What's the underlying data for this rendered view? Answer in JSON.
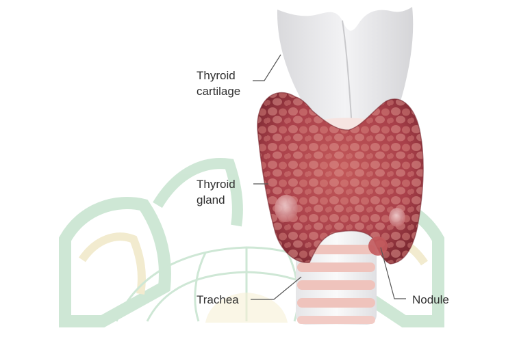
{
  "labels": {
    "thyroid_cartilage": [
      "Thyroid",
      "cartilage"
    ],
    "thyroid_gland": [
      "Thyroid",
      "gland"
    ],
    "trachea": "Trachea",
    "nodule": "Nodule"
  },
  "colors": {
    "gland": "#b3484a",
    "gland_dark": "#8e2f33",
    "cartilage": "#e4e4e6",
    "trachea_ring": "#f0c9c3",
    "watermark_green": "#9fcfae",
    "watermark_gold": "#ead9a2"
  }
}
